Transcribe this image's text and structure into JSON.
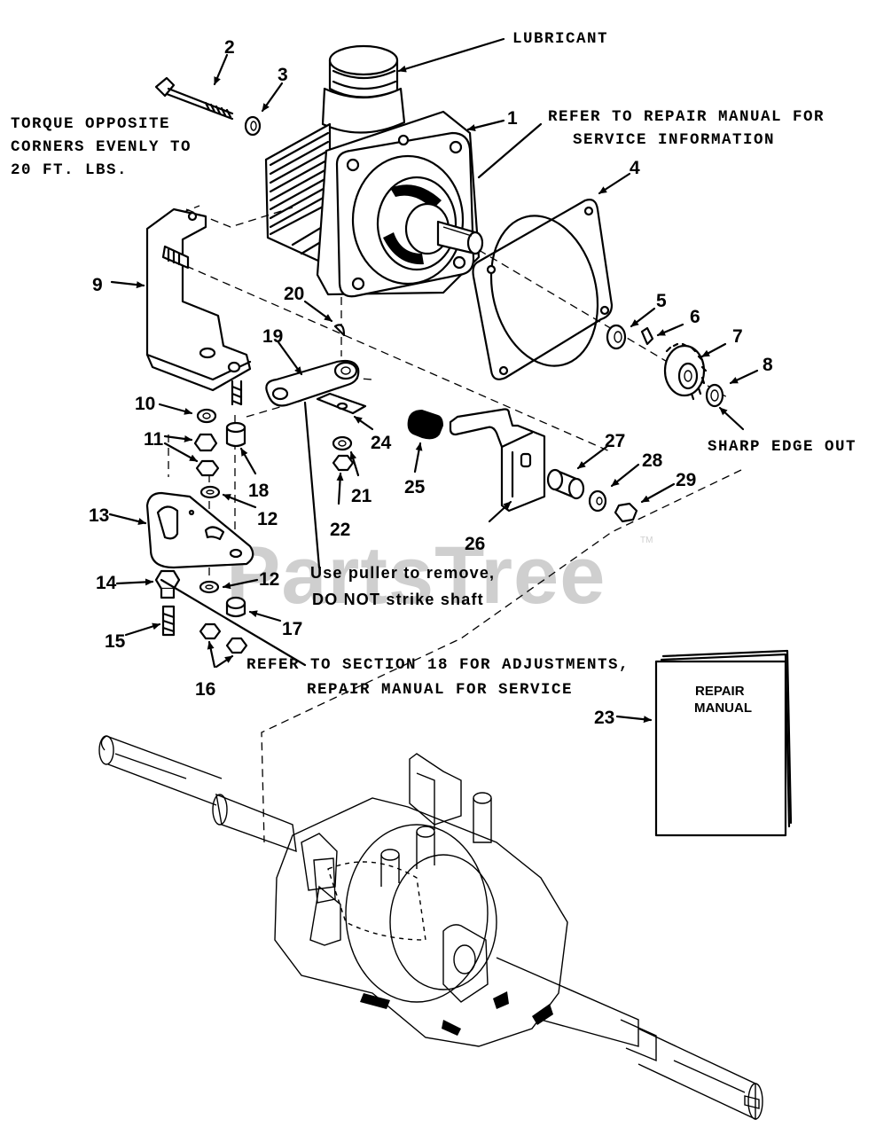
{
  "watermark": {
    "text": "PartsTree",
    "tm": "TM"
  },
  "notes": {
    "lubricant": "LUBRICANT",
    "torque_line1": "TORQUE OPPOSITE",
    "torque_line2": "CORNERS EVENLY TO",
    "torque_line3": "20 FT. LBS.",
    "refer_repair_line1": "REFER TO REPAIR MANUAL FOR",
    "refer_repair_line2": "SERVICE INFORMATION",
    "sharp_edge": "SHARP EDGE OUT",
    "puller_line1": "Use puller to remove,",
    "puller_line2": "DO NOT strike shaft",
    "section18_line1": "REFER TO SECTION 18 FOR ADJUSTMENTS,",
    "section18_line2": "REPAIR MANUAL FOR SERVICE",
    "manual_line1": "REPAIR",
    "manual_line2": "MANUAL"
  },
  "callouts": {
    "c1": "1",
    "c2": "2",
    "c3": "3",
    "c4": "4",
    "c5": "5",
    "c6": "6",
    "c7": "7",
    "c8": "8",
    "c9": "9",
    "c10": "10",
    "c11": "11",
    "c12a": "12",
    "c12b": "12",
    "c13": "13",
    "c14": "14",
    "c15": "15",
    "c16": "16",
    "c17": "17",
    "c18": "18",
    "c19": "19",
    "c20": "20",
    "c21": "21",
    "c22": "22",
    "c23": "23",
    "c24": "24",
    "c25": "25",
    "c26": "26",
    "c27": "27",
    "c28": "28",
    "c29": "29"
  }
}
